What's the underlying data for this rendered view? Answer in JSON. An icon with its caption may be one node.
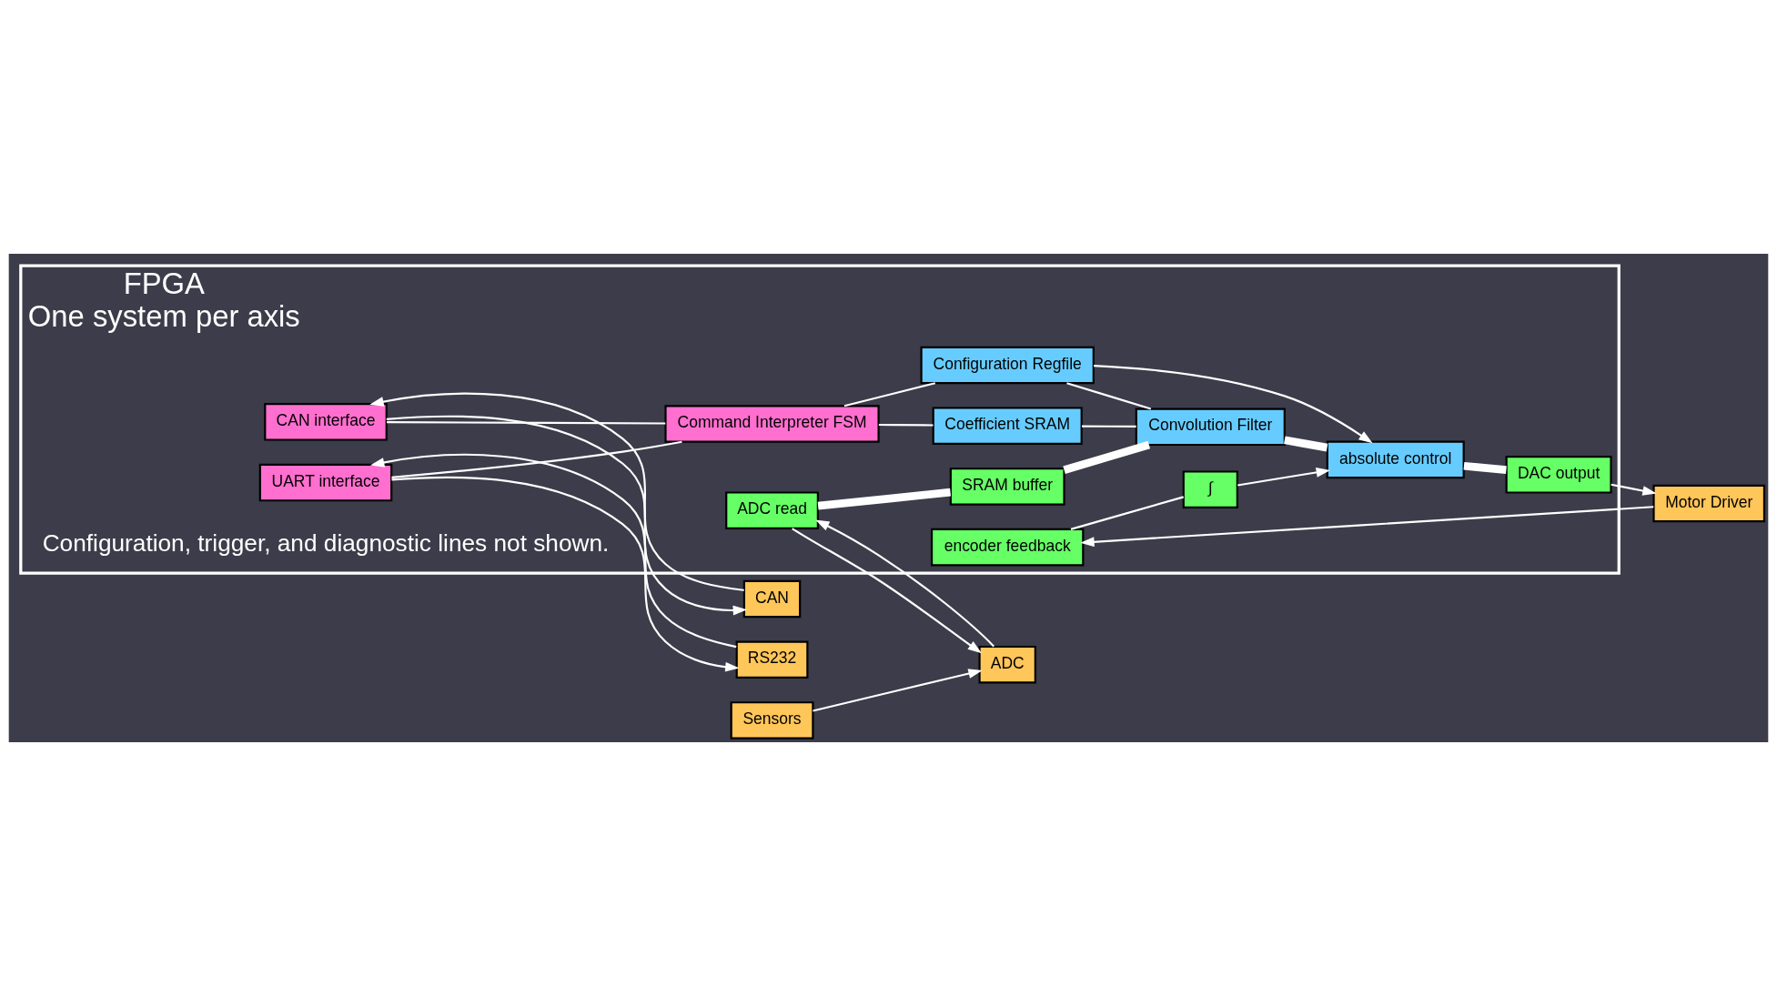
{
  "diagram": {
    "nodes": [
      {
        "text": [
          "FPGA",
          "One system per axis"
        ]
      },
      {
        "text": [
          "CAN"
        ]
      },
      {
        "text": [
          "RS232"
        ]
      },
      {
        "text": [
          "CAN interface"
        ],
        "in": 0
      },
      {
        "text": [
          "UART interface"
        ],
        "in": 0
      },
      {
        "text": [
          "Command Interpreter FSM"
        ],
        "in": 0
      },
      {
        "text": [
          "Coefficient SRAM"
        ],
        "in": 0
      },
      {
        "text": [
          "Configuration Regfile"
        ],
        "in": 0
      },
      {
        "text": [
          "ADC read"
        ],
        "in": 0
      },
      {
        "text": [
          "SRAM buffer"
        ],
        "in": 0
      },
      {
        "text": [
          "Convolution Filter"
        ],
        "in": 0
      },
      {
        "text": [
          "encoder feedback"
        ],
        "in": 0
      },
      {
        "text": [
          "∫"
        ],
        "in": 0
      },
      {
        "text": [
          "absolute control"
        ],
        "in": 0
      },
      {
        "text": [
          "DAC output"
        ],
        "in": 0
      },
      {
        "text": [
          "ADC"
        ]
      },
      {
        "text": [
          "Sensors"
        ]
      },
      {
        "text": [
          "Motor Driver"
        ]
      }
    ],
    "edges": [
      {
        "from": 3,
        "to": 1,
        "arrow": "to"
      },
      {
        "from": 1,
        "to": 3,
        "arrow": "to"
      },
      {
        "from": 4,
        "to": 2,
        "arrow": "to"
      },
      {
        "from": 2,
        "to": 4,
        "arrow": "to"
      },
      {
        "from": 3,
        "to": 5,
        "arrow": "none"
      },
      {
        "from": 4,
        "to": 5,
        "arrow": "none"
      },
      {
        "from": 5,
        "to": 6,
        "arrow": "none"
      },
      {
        "from": 5,
        "to": 7,
        "arrow": "none"
      },
      {
        "from": 6,
        "to": 10,
        "arrow": "none"
      },
      {
        "from": 7,
        "to": 10,
        "arrow": "none"
      },
      {
        "from": 7,
        "to": 13,
        "arrow": "to"
      },
      {
        "from": 15,
        "to": 8,
        "arrow": "to"
      },
      {
        "from": 8,
        "to": 15,
        "arrow": "to"
      },
      {
        "from": 16,
        "to": 15,
        "arrow": "to"
      },
      {
        "from": 8,
        "to": 9,
        "arrow": "none",
        "style": "thick"
      },
      {
        "from": 9,
        "to": 10,
        "arrow": "none",
        "style": "thick"
      },
      {
        "from": 10,
        "to": 13,
        "arrow": "none",
        "style": "thick"
      },
      {
        "from": 13,
        "to": 14,
        "arrow": "none",
        "style": "thick"
      },
      {
        "from": 11,
        "to": 12,
        "arrow": "none"
      },
      {
        "from": 12,
        "to": 13,
        "arrow": "to"
      },
      {
        "from": 17,
        "to": 11,
        "arrow": "to"
      },
      {
        "from": 14,
        "to": 17,
        "arrow": "to"
      }
    ],
    "labels": [
      "Configuration, trigger, and diagnostic lines not shown."
    ]
  }
}
